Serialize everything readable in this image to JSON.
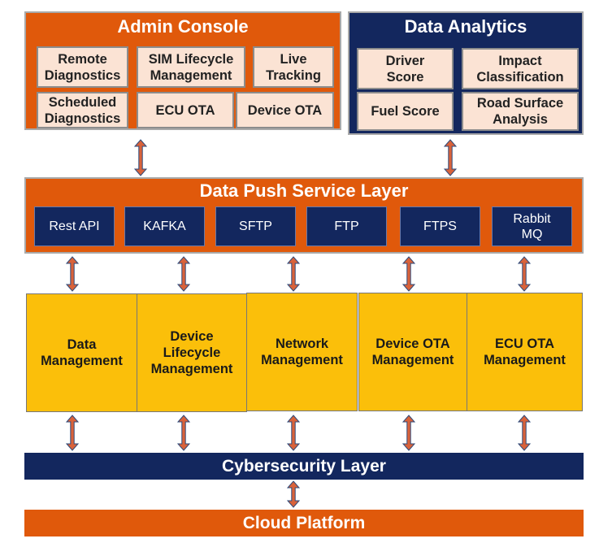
{
  "admin_console": {
    "title": "Admin Console",
    "items": [
      "Remote\nDiagnostics",
      "SIM Lifecycle\nManagement",
      "Live\nTracking",
      "Scheduled\nDiagnostics",
      "ECU OTA",
      "Device OTA"
    ]
  },
  "data_analytics": {
    "title": "Data Analytics",
    "items": [
      "Driver\nScore",
      "Impact\nClassification",
      "Fuel Score",
      "Road Surface\nAnalysis"
    ]
  },
  "data_push": {
    "title": "Data Push Service Layer",
    "protocols": [
      "Rest API",
      "KAFKA",
      "SFTP",
      "FTP",
      "FTPS",
      "Rabbit\nMQ"
    ]
  },
  "modules": [
    "Data\nManagement",
    "Device\nLifecycle\nManagement",
    "Network\nManagement",
    "Device OTA\nManagement",
    "ECU OTA\nManagement"
  ],
  "cybersecurity": {
    "title": "Cybersecurity Layer"
  },
  "cloud": {
    "title": "Cloud Platform"
  },
  "colors": {
    "orange": "#e0590b",
    "navy": "#13275e",
    "yellow": "#fbbf0a",
    "cell": "#fbe3d4",
    "arrow_fill": "#d9623a",
    "arrow_stroke": "#2e4a7a"
  }
}
